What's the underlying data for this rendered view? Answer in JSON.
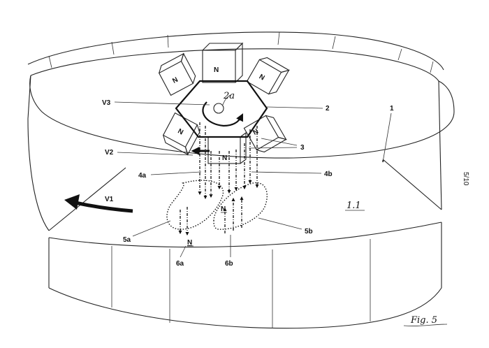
{
  "figure": {
    "page_marker": "5/10",
    "figure_caption": "Fig. 5",
    "area_label": "1.1"
  },
  "labels": {
    "ring": "1",
    "hub": "2",
    "spokes": "3",
    "center": "2a",
    "v1": "V1",
    "v2": "V2",
    "v3": "V3",
    "field_a": "4a",
    "field_b": "4b",
    "loop_a": "5a",
    "loop_b": "5b",
    "pole_a": "6a",
    "pole_b": "6b"
  },
  "magnets": {
    "top": "N",
    "upper_left": "N",
    "upper_right": "N",
    "lower_left": "N",
    "lower_right": "N",
    "bottom": "N"
  },
  "poles": {
    "a": "N",
    "b": "N"
  }
}
